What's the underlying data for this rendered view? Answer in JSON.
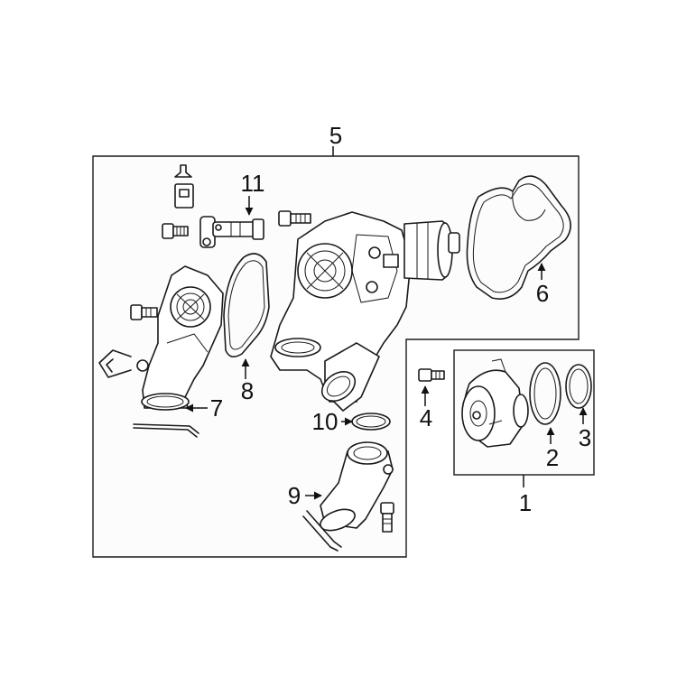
{
  "diagram": {
    "callouts": {
      "c1": "1",
      "c2": "2",
      "c3": "3",
      "c4": "4",
      "c5": "5",
      "c6": "6",
      "c7": "7",
      "c8": "8",
      "c9": "9",
      "c10": "10",
      "c11": "11"
    },
    "colors": {
      "line": "#1a1a1a",
      "background": "#ffffff",
      "frame_fill": "#fcfcfc"
    }
  }
}
